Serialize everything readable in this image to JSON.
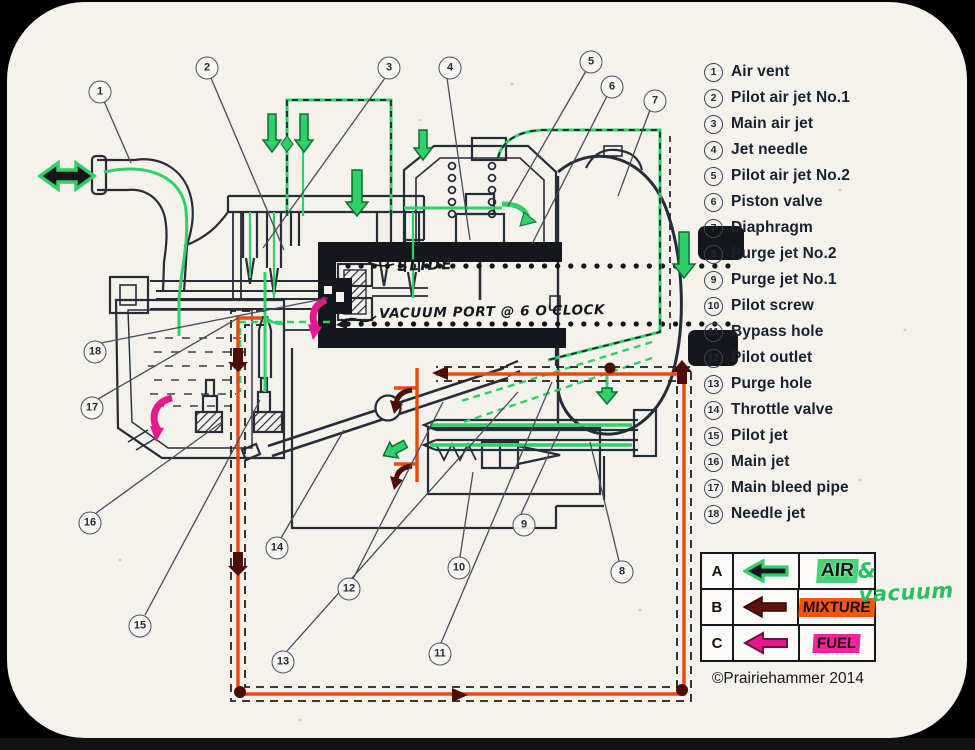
{
  "legend": {
    "items": [
      {
        "num": "1",
        "label": "Air vent"
      },
      {
        "num": "2",
        "label": "Pilot air jet No.1"
      },
      {
        "num": "3",
        "label": "Main air jet"
      },
      {
        "num": "4",
        "label": "Jet needle"
      },
      {
        "num": "5",
        "label": "Pilot air jet No.2"
      },
      {
        "num": "6",
        "label": "Piston valve"
      },
      {
        "num": "7",
        "label": "Diaphragm"
      },
      {
        "num": "8",
        "label": "Purge jet No.2"
      },
      {
        "num": "9",
        "label": "Purge jet No.1"
      },
      {
        "num": "10",
        "label": "Pilot screw"
      },
      {
        "num": "11",
        "label": "Bypass hole"
      },
      {
        "num": "12",
        "label": "Pilot outlet"
      },
      {
        "num": "13",
        "label": "Purge hole"
      },
      {
        "num": "14",
        "label": "Throttle valve"
      },
      {
        "num": "15",
        "label": "Pilot jet"
      },
      {
        "num": "16",
        "label": "Main jet"
      },
      {
        "num": "17",
        "label": "Main bleed pipe"
      },
      {
        "num": "18",
        "label": "Needle jet"
      }
    ]
  },
  "callouts": [
    "1",
    "2",
    "3",
    "4",
    "5",
    "6",
    "7",
    "8",
    "9",
    "10",
    "11",
    "12",
    "13",
    "14",
    "15",
    "16",
    "17",
    "18"
  ],
  "annotations": {
    "slide": "SLIDE",
    "vacuum_port": "VACUUM PORT @ 6 O'CLOCK"
  },
  "key_table": {
    "rows": [
      {
        "letter": "A",
        "label": "AIR",
        "suffix": "& vacuum"
      },
      {
        "letter": "B",
        "label": "MIXTURE",
        "suffix": ""
      },
      {
        "letter": "C",
        "label": "FUEL",
        "suffix": ""
      }
    ]
  },
  "copyright": "©Prairiehammer 2014",
  "colors": {
    "air": "#2fd068",
    "air_dark": "#0c6e31",
    "mixture": "#e8490e",
    "mixture_dark": "#5f120b",
    "fuel": "#e5188c",
    "ink": "#262c38"
  }
}
